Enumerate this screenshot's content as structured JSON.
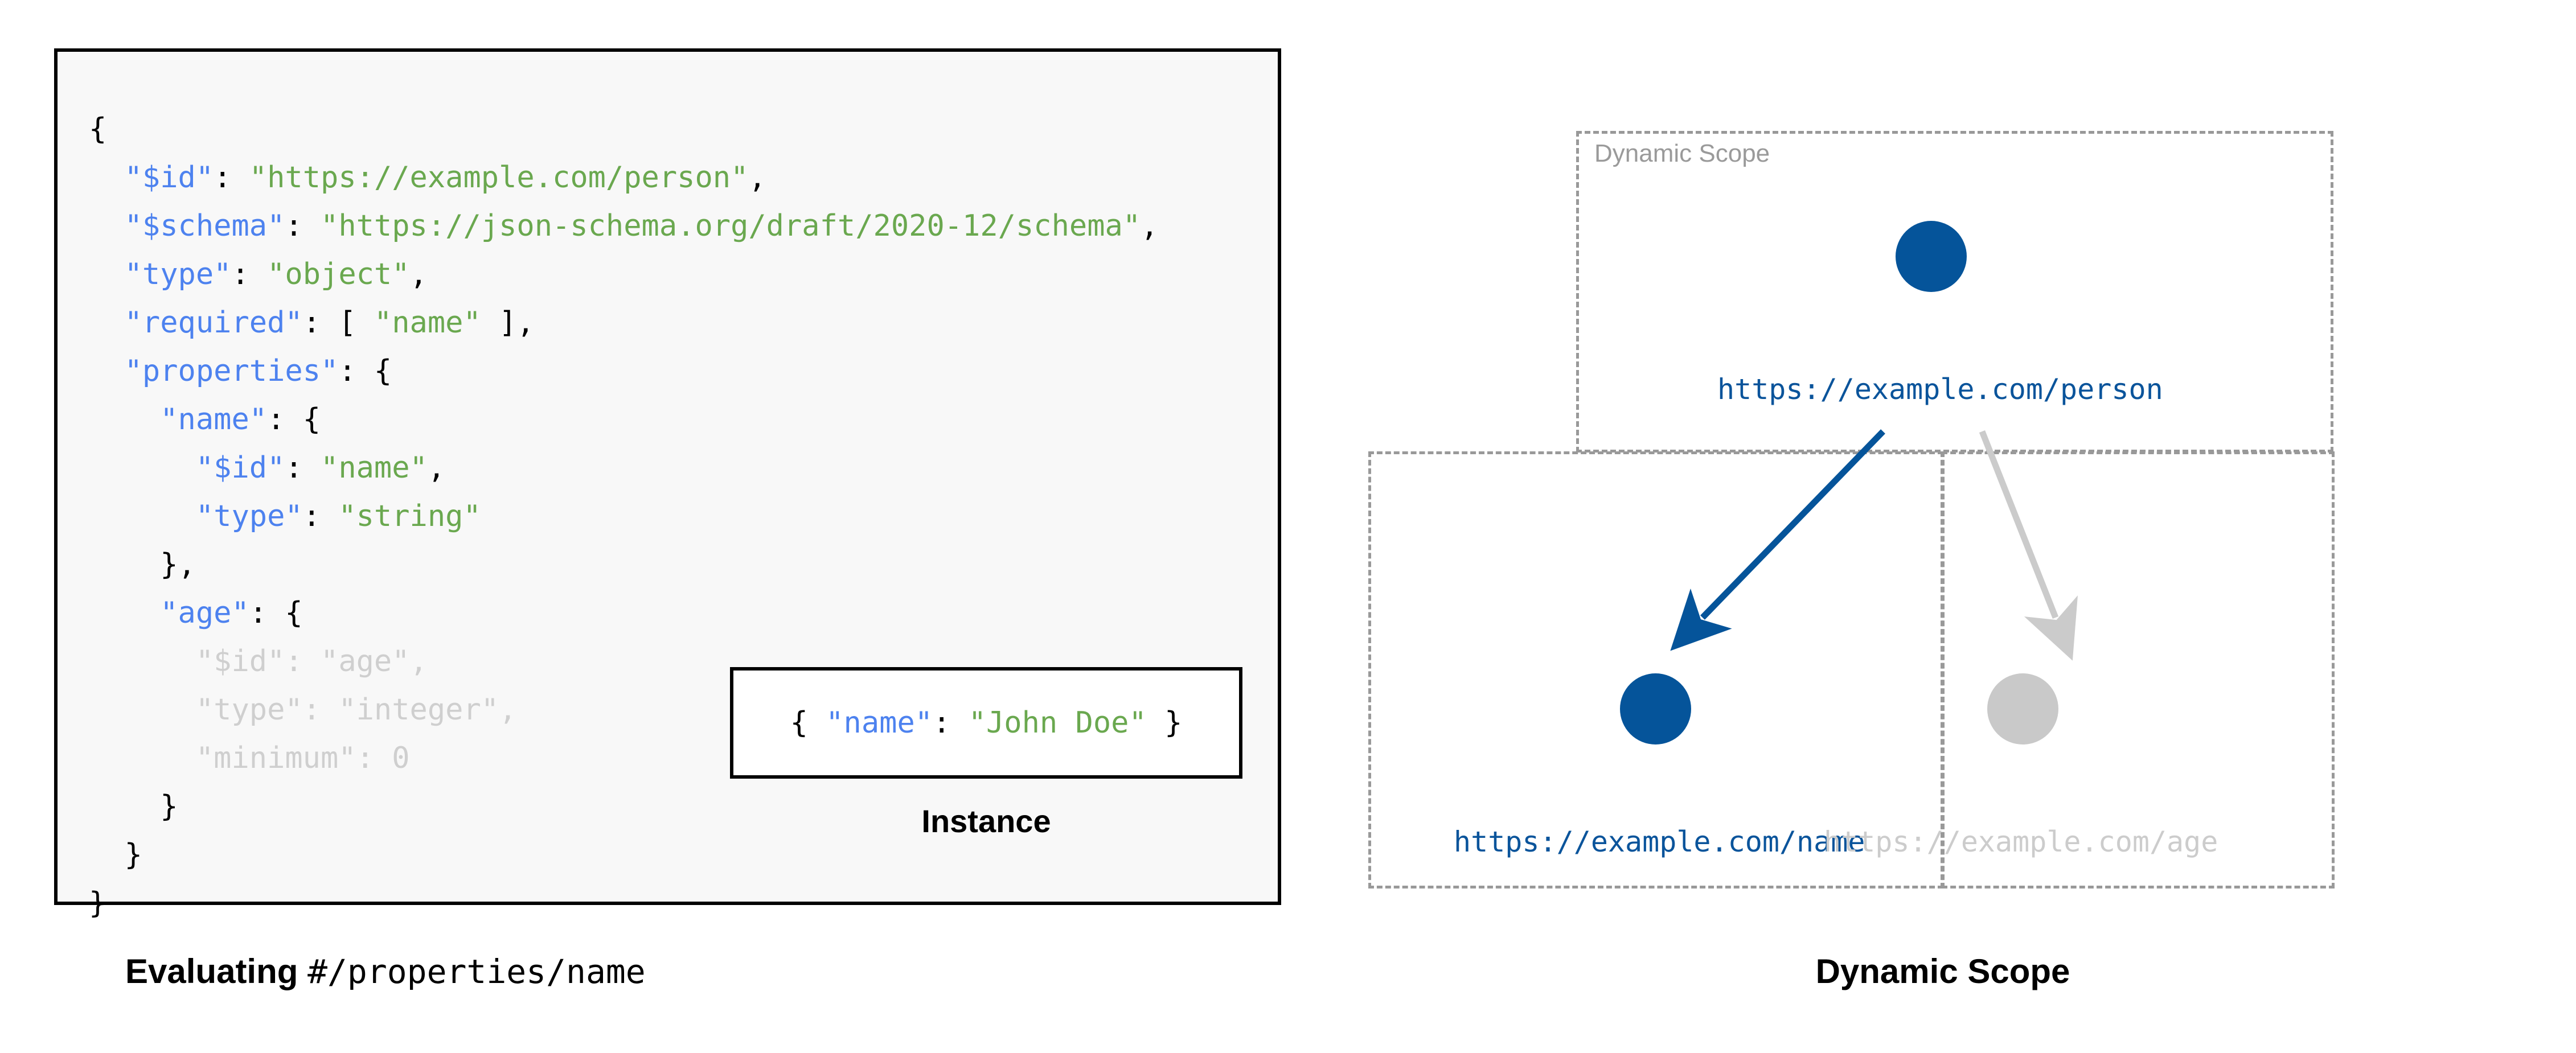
{
  "colors": {
    "json_key": "#4d82ef",
    "json_string": "#6aa84f",
    "json_punct": "#000000",
    "dimmed": "#cfcfcf",
    "node_active": "#05549a",
    "node_inactive": "#c9c9c9",
    "scope_border": "#999999",
    "code_bg": "#f8f8f8",
    "panel_border": "#000000"
  },
  "left_panel": {
    "schema_code": {
      "lines": [
        {
          "indent": 0,
          "tokens": [
            {
              "t": "{",
              "c": "p"
            }
          ],
          "dimmed": false
        },
        {
          "indent": 1,
          "tokens": [
            {
              "t": "\"$id\"",
              "c": "k"
            },
            {
              "t": ": ",
              "c": "p"
            },
            {
              "t": "\"https://example.com/person\"",
              "c": "s"
            },
            {
              "t": ",",
              "c": "p"
            }
          ],
          "dimmed": false
        },
        {
          "indent": 1,
          "tokens": [
            {
              "t": "\"$schema\"",
              "c": "k"
            },
            {
              "t": ": ",
              "c": "p"
            },
            {
              "t": "\"https://json-schema.org/draft/2020-12/schema\"",
              "c": "s"
            },
            {
              "t": ",",
              "c": "p"
            }
          ],
          "dimmed": false
        },
        {
          "indent": 1,
          "tokens": [
            {
              "t": "\"type\"",
              "c": "k"
            },
            {
              "t": ": ",
              "c": "p"
            },
            {
              "t": "\"object\"",
              "c": "s"
            },
            {
              "t": ",",
              "c": "p"
            }
          ],
          "dimmed": false
        },
        {
          "indent": 1,
          "tokens": [
            {
              "t": "\"required\"",
              "c": "k"
            },
            {
              "t": ": [ ",
              "c": "p"
            },
            {
              "t": "\"name\"",
              "c": "s"
            },
            {
              "t": " ],",
              "c": "p"
            }
          ],
          "dimmed": false
        },
        {
          "indent": 1,
          "tokens": [
            {
              "t": "\"properties\"",
              "c": "k"
            },
            {
              "t": ": {",
              "c": "p"
            }
          ],
          "dimmed": false
        },
        {
          "indent": 2,
          "tokens": [
            {
              "t": "\"name\"",
              "c": "k"
            },
            {
              "t": ": {",
              "c": "p"
            }
          ],
          "dimmed": false
        },
        {
          "indent": 3,
          "tokens": [
            {
              "t": "\"$id\"",
              "c": "k"
            },
            {
              "t": ": ",
              "c": "p"
            },
            {
              "t": "\"name\"",
              "c": "s"
            },
            {
              "t": ",",
              "c": "p"
            }
          ],
          "dimmed": false
        },
        {
          "indent": 3,
          "tokens": [
            {
              "t": "\"type\"",
              "c": "k"
            },
            {
              "t": ": ",
              "c": "p"
            },
            {
              "t": "\"string\"",
              "c": "s"
            }
          ],
          "dimmed": false
        },
        {
          "indent": 2,
          "tokens": [
            {
              "t": "},",
              "c": "p"
            }
          ],
          "dimmed": false
        },
        {
          "indent": 2,
          "tokens": [
            {
              "t": "\"age\"",
              "c": "k"
            },
            {
              "t": ": {",
              "c": "p"
            }
          ],
          "dimmed": false
        },
        {
          "indent": 3,
          "tokens": [
            {
              "t": "\"$id\"",
              "c": "k"
            },
            {
              "t": ": ",
              "c": "p"
            },
            {
              "t": "\"age\"",
              "c": "s"
            },
            {
              "t": ",",
              "c": "p"
            }
          ],
          "dimmed": true
        },
        {
          "indent": 3,
          "tokens": [
            {
              "t": "\"type\"",
              "c": "k"
            },
            {
              "t": ": ",
              "c": "p"
            },
            {
              "t": "\"integer\"",
              "c": "s"
            },
            {
              "t": ",",
              "c": "p"
            }
          ],
          "dimmed": true
        },
        {
          "indent": 3,
          "tokens": [
            {
              "t": "\"minimum\"",
              "c": "k"
            },
            {
              "t": ": 0",
              "c": "p"
            }
          ],
          "dimmed": true
        },
        {
          "indent": 2,
          "tokens": [
            {
              "t": "}",
              "c": "p"
            }
          ],
          "dimmed": false
        },
        {
          "indent": 1,
          "tokens": [
            {
              "t": "}",
              "c": "p"
            }
          ],
          "dimmed": false
        },
        {
          "indent": 0,
          "tokens": [
            {
              "t": "}",
              "c": "p"
            }
          ],
          "dimmed": false
        }
      ]
    },
    "instance": {
      "tokens": [
        {
          "t": "{ ",
          "c": "p"
        },
        {
          "t": "\"name\"",
          "c": "k"
        },
        {
          "t": ": ",
          "c": "p"
        },
        {
          "t": "\"John Doe\"",
          "c": "s"
        },
        {
          "t": " }",
          "c": "p"
        }
      ],
      "caption": "Instance"
    },
    "caption_bold": "Evaluating",
    "caption_mono": "#/properties/name"
  },
  "right_panel": {
    "scope_label": "Dynamic Scope",
    "caption": "Dynamic Scope",
    "nodes": [
      {
        "id": "person",
        "label": "https://example.com/person",
        "state": "active"
      },
      {
        "id": "name",
        "label": "https://example.com/name",
        "state": "active"
      },
      {
        "id": "age",
        "label": "https://example.com/age",
        "state": "inactive"
      }
    ],
    "edges": [
      {
        "from": "person",
        "to": "name",
        "state": "active"
      },
      {
        "from": "person",
        "to": "age",
        "state": "inactive"
      }
    ]
  }
}
